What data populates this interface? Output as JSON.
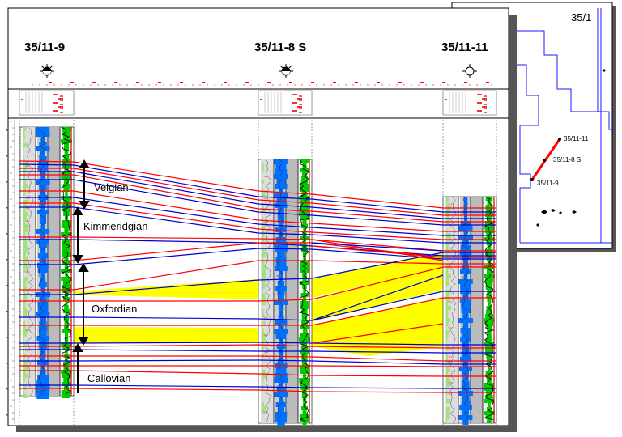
{
  "wells": [
    {
      "name": "35/11-9"
    },
    {
      "name": "35/11-8 S"
    },
    {
      "name": "35/11-11"
    }
  ],
  "stages": [
    "Velgian",
    "Kimmeridgian",
    "Oxfordian",
    "Callovian"
  ],
  "inset_map": {
    "block": "35/1",
    "wells": [
      "35/11-11",
      "35/11-8 S",
      "35/11-9"
    ]
  },
  "colors": {
    "correlation_red": "#ff0000",
    "correlation_blue": "#0000cc",
    "sand_fill": "#ffff00",
    "log_green": "#00cc00",
    "log_blue": "#0070ff",
    "shadow": "#555555"
  }
}
